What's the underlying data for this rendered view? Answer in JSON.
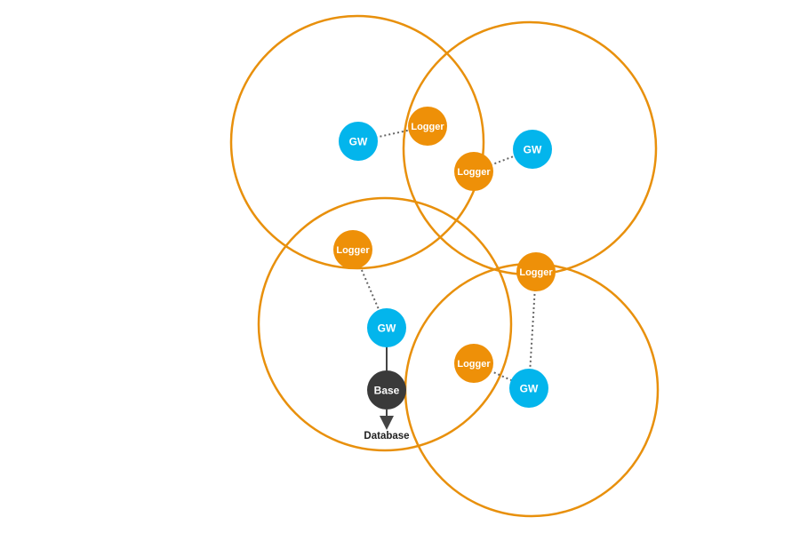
{
  "colors": {
    "range_ring": "#E8900C",
    "logger": "#EE9008",
    "gateway": "#03B5EC",
    "base": "#3A3A3A",
    "link": "#666666",
    "wired": "#444444",
    "background": "#FFFFFF"
  },
  "ranges": [
    "range-top-left",
    "range-top-right",
    "range-mid-left",
    "range-bottom-right"
  ],
  "nodes": {
    "gw_top_left": "GW",
    "logger_top_center": "Logger",
    "logger_center": "Logger",
    "gw_top_right": "GW",
    "logger_mid_left": "Logger",
    "gw_mid_left": "GW",
    "base": "Base",
    "logger_right": "Logger",
    "logger_bottom_center": "Logger",
    "gw_bottom_right": "GW"
  },
  "database_label": "Database"
}
